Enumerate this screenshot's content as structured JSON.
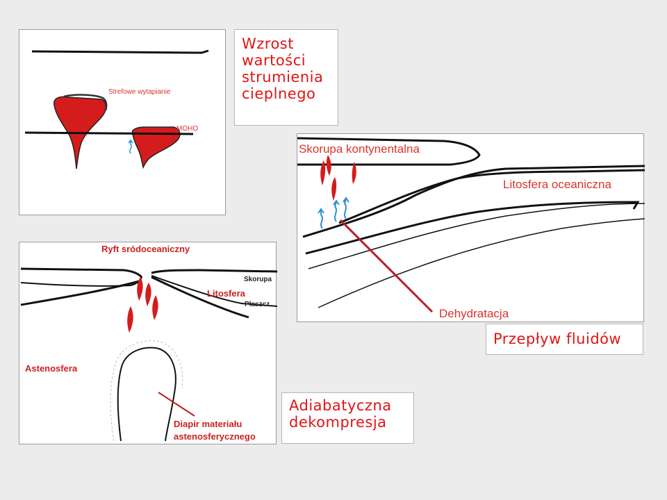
{
  "callouts": {
    "heat_flow": [
      "Wzrost",
      "wartości",
      "strumienia",
      "cieplnego"
    ],
    "fluid_flow": "Przepływ fluidów",
    "adiabatic": [
      "Adiabatyczna",
      "dekompresja"
    ]
  },
  "panel_zonal_melting": {
    "melting_label": "Strefowe wytapianie",
    "moho_label": "MOHO"
  },
  "panel_subduction": {
    "crust_label": "Skorupa kontynentalna",
    "lithosphere_label": "Litosfera oceaniczna",
    "dehydration_label": "Dehydratacja"
  },
  "panel_rift": {
    "rift_label": "Ryft sródoceaniczny",
    "crust_label": "Skorupa",
    "lithosphere_label": "Litosfera",
    "mantle_label": "Płaszcz",
    "asthenosphere_label": "Astenosfera",
    "diapir_label_line1": "Diapir materiału",
    "diapir_label_line2": "astenosferycznego"
  },
  "colors": {
    "magma": "#d41c1c",
    "label_red": "#cc1f1f",
    "callout_text": "#e01414",
    "fluid_arrow": "#2a8fd8"
  }
}
